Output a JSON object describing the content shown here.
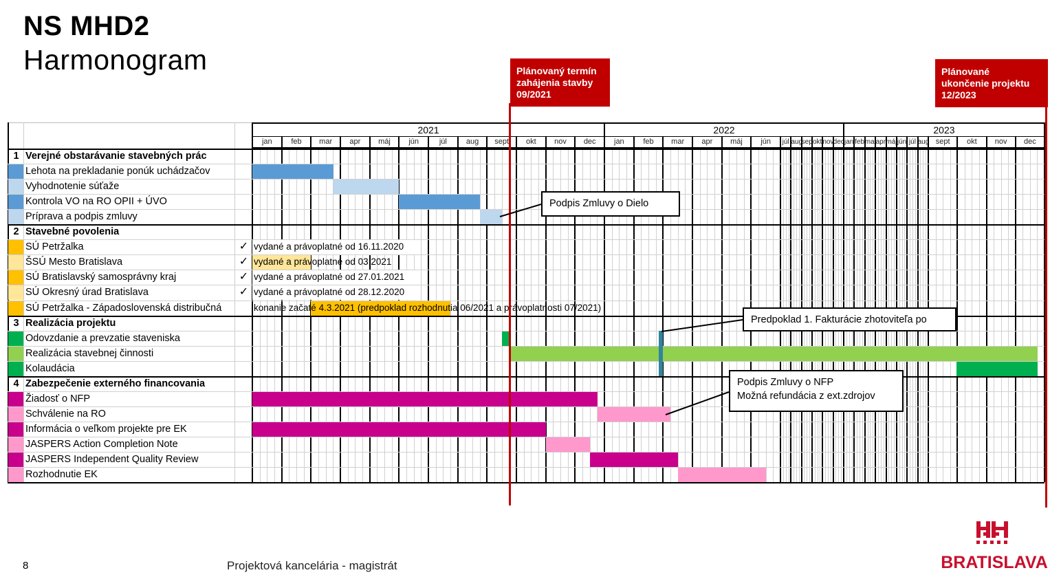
{
  "header": {
    "title": "NS MHD2",
    "subtitle": "Harmonogram"
  },
  "markers": {
    "start_label": "Plánovaný termín zahájenia stavby 09/2021",
    "start_lines": [
      "Plánovaný termín",
      "zahájenia stavby",
      "09/2021"
    ],
    "end_label": "Plánované ukončenie projektu 12/2023",
    "end_lines": [
      "Plánované",
      "ukončenie projektu",
      "12/2023"
    ],
    "start_month": 8.76,
    "end_month": 36.0,
    "color": "#c00000"
  },
  "timeline": {
    "years": [
      "2021",
      "2022",
      "2023"
    ],
    "months": [
      "jan",
      "feb",
      "mar",
      "apr",
      "máj",
      "jún",
      "júl",
      "aug",
      "sept",
      "okt",
      "nov",
      "dec",
      "jan",
      "feb",
      "mar",
      "apr",
      "máj",
      "jún",
      "júl",
      "aug",
      "sept",
      "okt",
      "nov",
      "dec",
      "jan",
      "feb",
      "mar",
      "apr",
      "máj",
      "jún",
      "júl",
      "aug",
      "sept",
      "okt",
      "nov",
      "dec"
    ]
  },
  "rows": [
    {
      "type": "section",
      "num": "1",
      "label": "Verejné obstarávanie stavebných prác"
    },
    {
      "type": "task",
      "label": "Lehota na prekladanie ponúk uchádzačov",
      "color": "#5b9bd5",
      "start": 0,
      "end": 2.77
    },
    {
      "type": "task",
      "label": "Vyhodnotenie súťaže",
      "color": "#bdd7ee",
      "start": 2.77,
      "end": 5.0
    },
    {
      "type": "task",
      "label": "Kontrola VO na RO OPII + ÚVO",
      "color": "#5b9bd5",
      "start": 5.0,
      "end": 7.76
    },
    {
      "type": "task",
      "label": "Príprava a podpis zmluvy",
      "color": "#bdd7ee",
      "start": 7.76,
      "end": 8.5
    },
    {
      "type": "section",
      "num": "2",
      "label": "Stavebné povolenia"
    },
    {
      "type": "task",
      "label": "SÚ Petržalka",
      "color": "#ffc000",
      "check": "✓",
      "note": "vydané a právoplatné od 16.11.2020"
    },
    {
      "type": "task",
      "label": "ŠSÚ Mesto Bratislava",
      "color": "#ffe699",
      "check": "✓",
      "note": "vydané a právoplatné od 03.2021",
      "hl_color": "#ffe699",
      "hl_start": 0,
      "hl_end": 2.0
    },
    {
      "type": "task",
      "label": "SÚ Bratislavský samosprávny kraj",
      "color": "#ffc000",
      "check": "✓",
      "note": "vydané a právoplatné od 27.01.2021"
    },
    {
      "type": "task",
      "label": "SÚ Okresný úrad Bratislava",
      "color": "#ffe699",
      "check": "✓",
      "note": "vydané a právoplatné od 28.12.2020"
    },
    {
      "type": "task",
      "label": "SÚ Petržalka - Západoslovenská distribučná",
      "color": "#ffc000",
      "note": "konanie začaté 4.3.2021 (predpoklad rozhodnutia 06/2021 a právoplatnosti 07/2021)",
      "hl_color": "#ffc000",
      "hl_start": 2.0,
      "hl_end": 6.75
    },
    {
      "type": "section",
      "num": "3",
      "label": "Realizácia projektu"
    },
    {
      "type": "task",
      "label": "Odovzdanie a prevzatie staveniska",
      "color": "#00b050",
      "start": 8.5,
      "end": 8.77
    },
    {
      "type": "task",
      "label": "Realizácia stavebnej činnosti",
      "color": "#92d050",
      "start": 8.77,
      "end": 35.76
    },
    {
      "type": "task",
      "label": "Kolaudácia",
      "color": "#00b050",
      "start": 32.97,
      "end": 35.76
    },
    {
      "type": "section",
      "num": "4",
      "label": "Zabezpečenie externého financovania"
    },
    {
      "type": "task",
      "label": "Žiadosť o NFP",
      "color": "#c8008c",
      "start": 0,
      "end": 11.77
    },
    {
      "type": "task",
      "label": "Schválenie na RO",
      "color": "#ff99cc",
      "start": 11.77,
      "end": 14.25
    },
    {
      "type": "task",
      "label": "Informácia o veľkom projekte pre EK",
      "color": "#c8008c",
      "start": 0,
      "end": 10.0
    },
    {
      "type": "task",
      "label": "JASPERS Action Completion Note",
      "color": "#ff99cc",
      "start": 10.0,
      "end": 11.5
    },
    {
      "type": "task",
      "label": "JASPERS Independent Quality Review",
      "color": "#c8008c",
      "start": 11.5,
      "end": 14.5
    },
    {
      "type": "task",
      "label": "Rozhodnutie EK",
      "color": "#ff99cc",
      "start": 14.5,
      "end": 17.5
    }
  ],
  "milestone": {
    "color": "#31859c",
    "start": 13.85,
    "end": 14.0
  },
  "callouts": {
    "dielo": "Podpis Zmluvy o Dielo",
    "fakturacia": "Predpoklad 1. Fakturácie zhotoviteľa po",
    "nfp_line1": "Podpis Zmluvy o NFP",
    "nfp_line2": "Možná refundácia z ext.zdrojov"
  },
  "footer": {
    "page": "8",
    "text": "Projektová kancelária - magistrát",
    "logo_text": "BRATISLAVA"
  }
}
